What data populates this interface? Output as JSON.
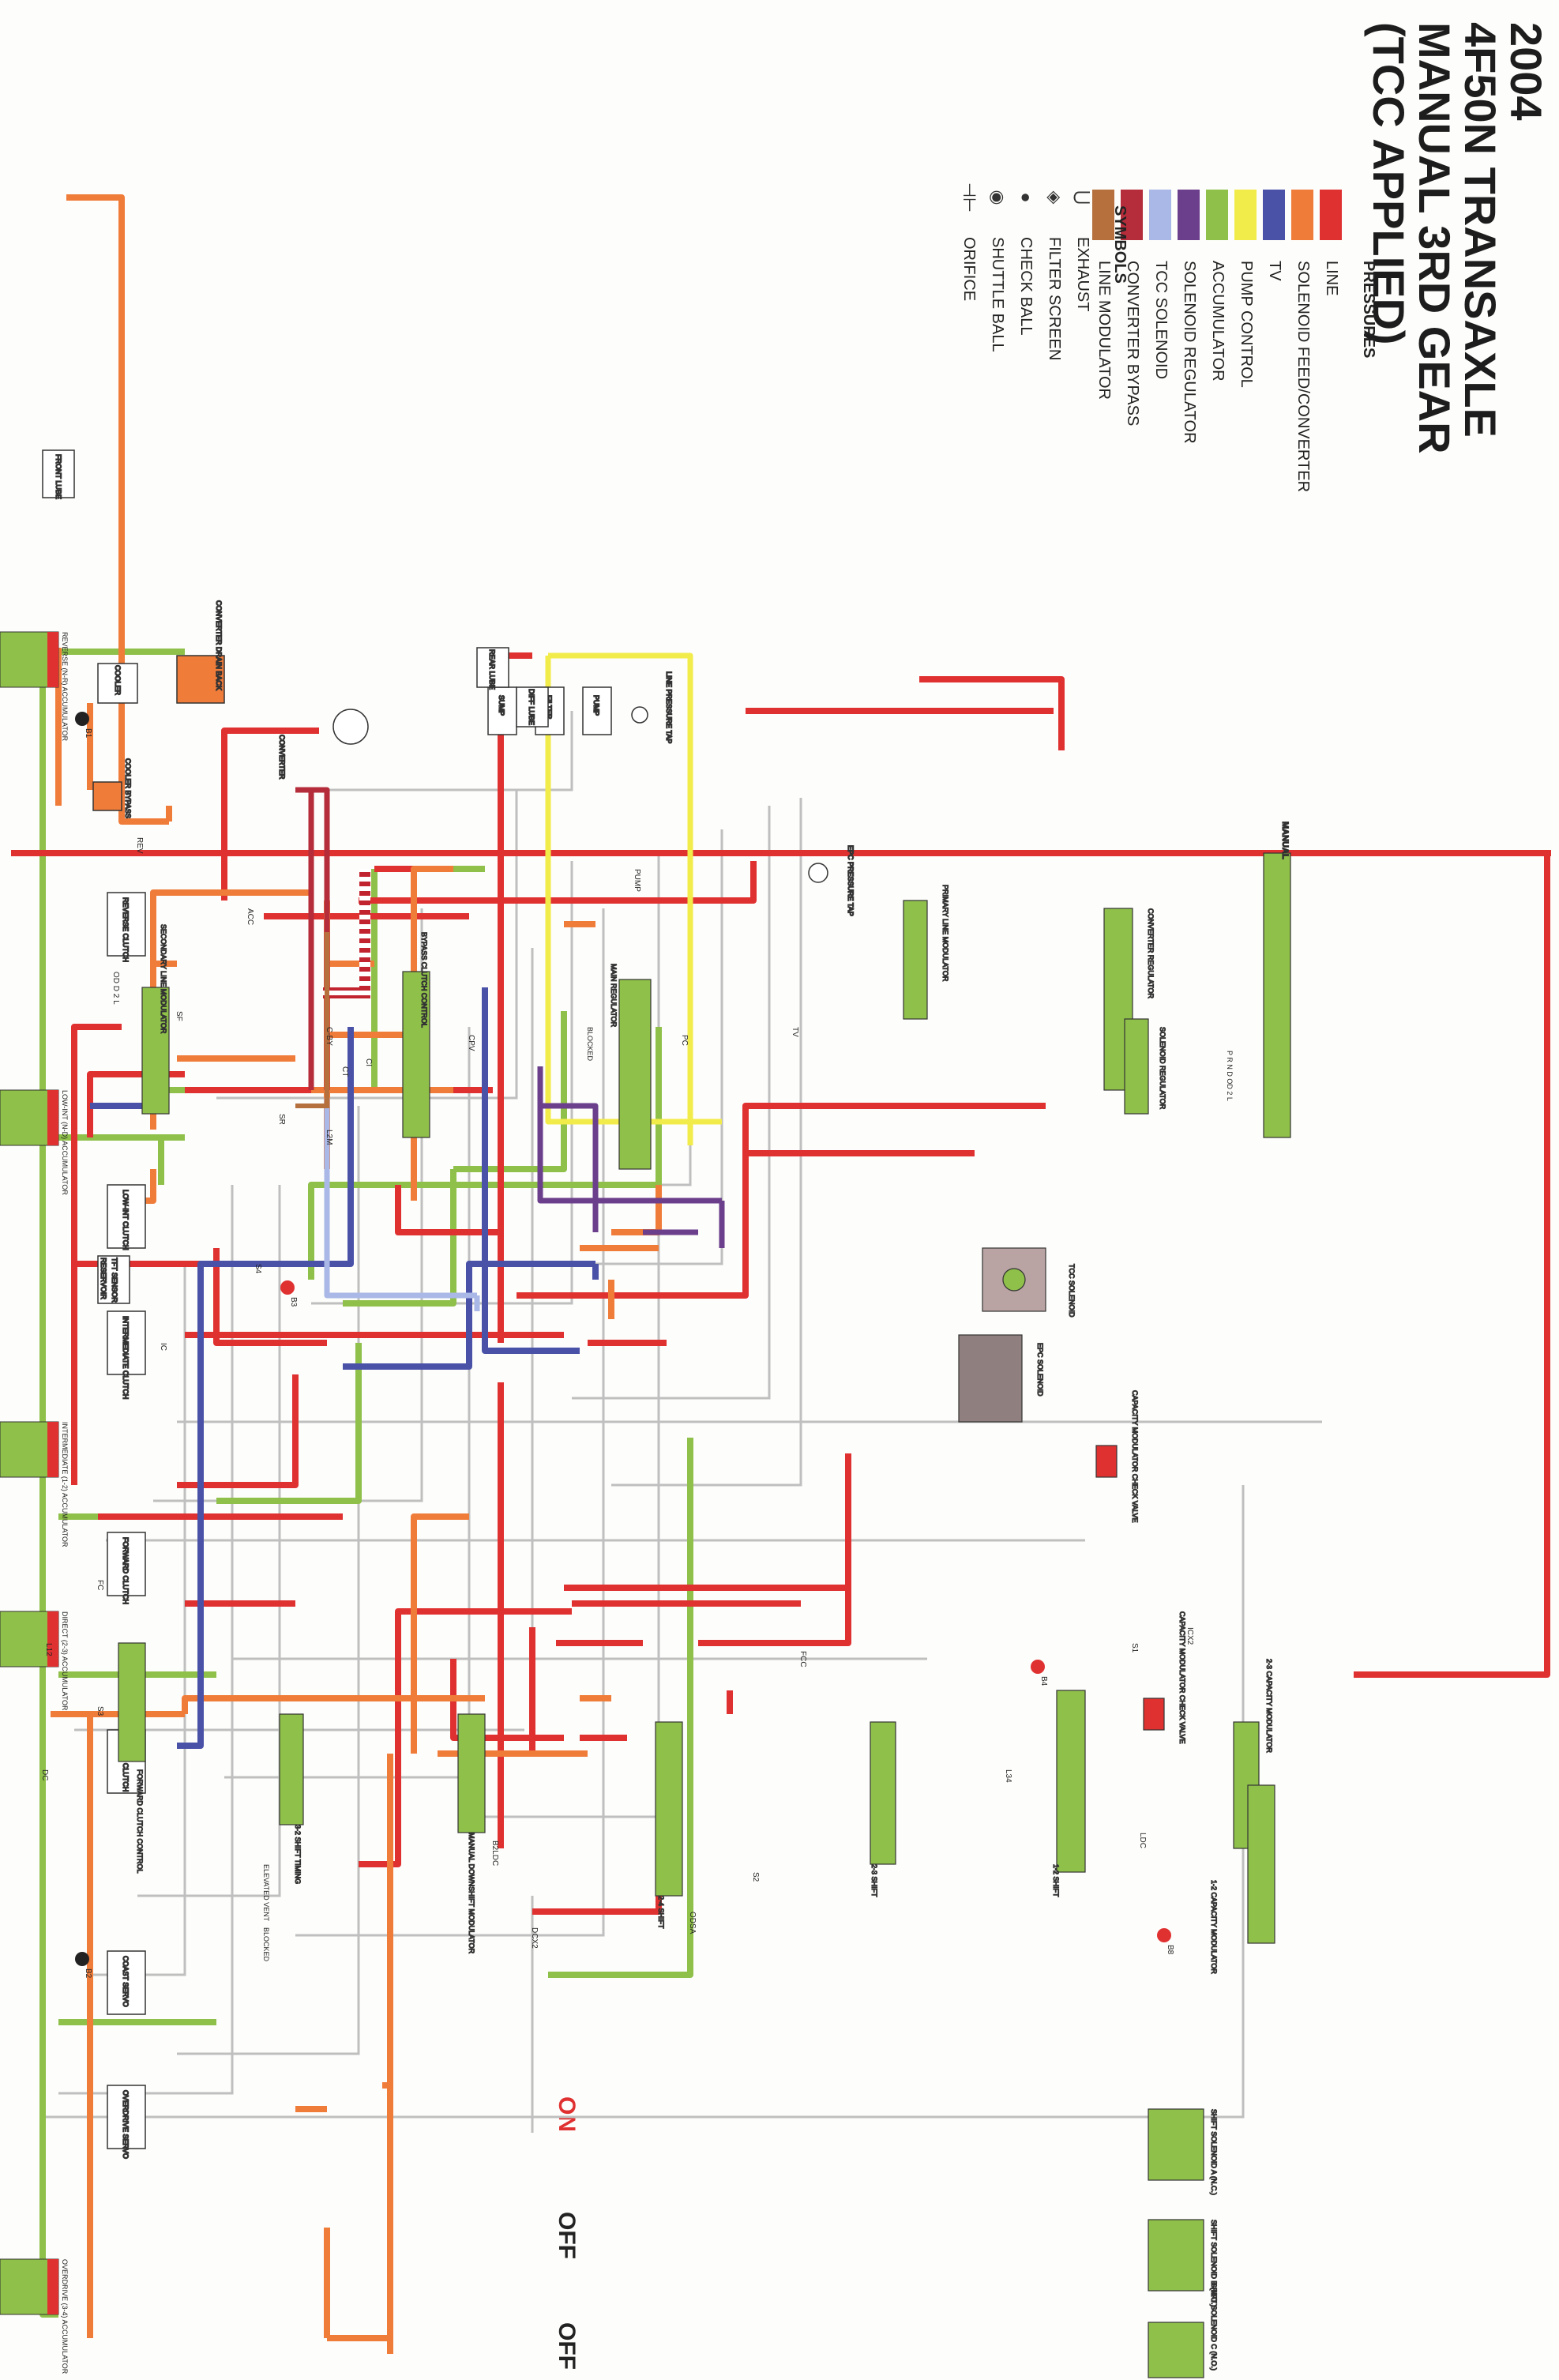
{
  "title": {
    "line1": "2004",
    "line2": "4F50N TRANSAXLE",
    "line3": "MANUAL 3RD GEAR",
    "line4": "(TCC APPLIED)"
  },
  "legend": {
    "heading": "PRESSURES",
    "items": [
      {
        "label": "LINE",
        "color": "#e03131"
      },
      {
        "label": "SOLENOID FEED/CONVERTER",
        "color": "#f07c3a"
      },
      {
        "label": "TV",
        "color": "#4a52a8"
      },
      {
        "label": "PUMP CONTROL",
        "color": "#f2ec4a"
      },
      {
        "label": "ACCUMULATOR",
        "color": "#8fc04a"
      },
      {
        "label": "SOLENOID REGULATOR",
        "color": "#6b3f8c"
      },
      {
        "label": "TCC SOLENOID",
        "color": "#a9b8e6"
      },
      {
        "label": "CONVERTER BYPASS",
        "color": "#b52d3a"
      },
      {
        "label": "LINE MODULATOR",
        "color": "#b5703e"
      }
    ]
  },
  "symbols": {
    "heading": "SYMBOLS",
    "items": [
      {
        "label": "EXHAUST",
        "icon": "exhaust-icon",
        "glyph": "⋃"
      },
      {
        "label": "FILTER SCREEN",
        "icon": "filter-screen-icon",
        "glyph": "◈"
      },
      {
        "label": "CHECK BALL",
        "icon": "check-ball-icon",
        "glyph": "●"
      },
      {
        "label": "SHUTTLE BALL",
        "icon": "shuttle-ball-icon",
        "glyph": "◉"
      },
      {
        "label": "ORIFICE",
        "icon": "orifice-icon",
        "glyph": "⊣⊢"
      }
    ]
  },
  "solenoid_states": [
    {
      "name": "SHIFT SOLENOID A (N.C.)",
      "state": "ON",
      "color": "#e03131"
    },
    {
      "name": "SHIFT SOLENOID B (N.O.)",
      "state": "OFF",
      "color": "#222222"
    },
    {
      "name": "SHIFT SOLENOID C (N.O.)",
      "state": "OFF",
      "color": "#222222"
    }
  ],
  "components": {
    "reverse_accumulator": "REVERSE (N-R) ACCUMULATOR",
    "low_int_accumulator": "LOW-INT (N-D) ACCUMULATOR",
    "intermediate_accumulator": "INTERMEDIATE (1-2) ACCUMULATOR",
    "direct_accumulator": "DIRECT (2-3) ACCUMULATOR",
    "overdrive_accumulator": "OVERDRIVE (3-4) ACCUMULATOR",
    "reverse_clutch": "REVERSE CLUTCH",
    "low_int_clutch": "LOW-INT CLUTCH",
    "intermediate_clutch": "INTERMEDIATE CLUTCH",
    "forward_clutch": "FORWARD CLUTCH",
    "direct_clutch": "DIRECT CLUTCH",
    "coast_servo": "COAST SERVO",
    "overdrive_servo": "OVERDRIVE SERVO",
    "manual": "MANUAL",
    "pump": "PUMP",
    "filter": "FILTER",
    "sump": "SUMP",
    "line_pressure_tap": "LINE PRESSURE TAP",
    "epc_pressure_tap": "EPC PRESSURE TAP",
    "converter_regulator": "CONVERTER REGULATOR",
    "solenoid_regulator": "SOLENOID REGULATOR",
    "primary_line_modulator": "PRIMARY LINE MODULATOR",
    "main_regulator": "MAIN REGULATOR",
    "bypass_clutch_control": "BYPASS CLUTCH CONTROL",
    "secondary_line_modulator": "SECONDARY LINE MODULATOR",
    "tcc_solenoid": "TCC SOLENOID",
    "epc_solenoid": "EPC SOLENOID",
    "capacity_modulator_check_valve_a": "CAPACITY MODULATOR CHECK VALVE",
    "capacity_modulator_check_valve_b": "CAPACITY MODULATOR CHECK VALVE",
    "modulator_2_3_capacity": "2-3 CAPACITY MODULATOR",
    "modulator_1_2_capacity": "1-2 CAPACITY MODULATOR",
    "shift_1_2": "1-2 SHIFT",
    "shift_2_3": "2-3 SHIFT",
    "shift_2_4": "2-4 SHIFT",
    "shift_3_2_timing": "3-2 SHIFT TIMING",
    "manual_downshift_modulator": "MANUAL DOWNSHIFT MODULATOR",
    "forward_clutch_control": "FORWARD CLUTCH CONTROL",
    "converter": "CONVERTER",
    "converter_drain_back": "CONVERTER DRAIN BACK",
    "cooler": "COOLER",
    "cooler_bypass": "COOLER BYPASS",
    "front_lube": "FRONT LUBE",
    "rear_lube": "REAR LUBE",
    "diff_lube": "DIFF LUBE",
    "tft_sensor": "TFT SENSOR",
    "reservoir": "RESERVOIR",
    "blocked_1": "BLOCKED",
    "blocked_2": "BLOCKED",
    "elevated_vent": "ELEVATED VENT"
  },
  "passage_labels": {
    "rev": "REV",
    "acc": "ACC",
    "pump": "PUMP",
    "od_d_2_l": "OD D 2 L",
    "l2m": "L2M",
    "sr": "SR",
    "sf": "SF",
    "s4": "S4",
    "s3": "S3",
    "s2": "S2",
    "s1": "S1",
    "ic": "IC",
    "fc": "FC",
    "fcc": "FCC",
    "dc": "DC",
    "dcx2": "DCX2",
    "icx2": "ICX2",
    "ct": "CT",
    "ci": "CI",
    "c_by": "C-BY",
    "cpv": "CPV",
    "pc": "PC",
    "tv": "TV",
    "l12": "L12",
    "l34": "L34",
    "ldc": "LDC",
    "odsa": "ODSA",
    "b2ldc": "B2LDC",
    "prnd": "P R N D OD 2 L"
  },
  "check_balls": [
    "B1",
    "B2",
    "B3",
    "B4",
    "B8"
  ]
}
